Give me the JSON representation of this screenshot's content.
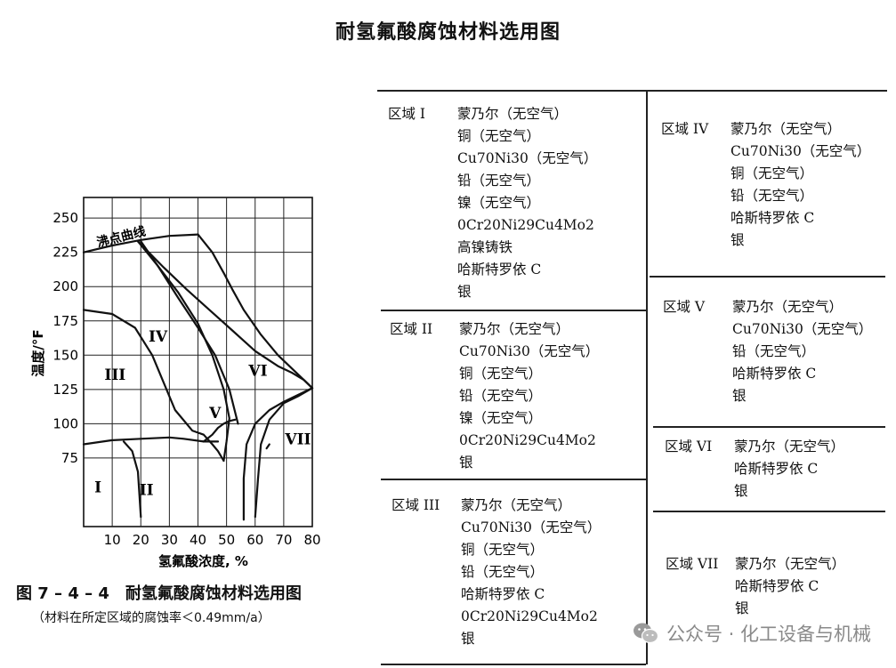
{
  "title": "耐氢氟酸腐蚀材料选用图",
  "chart_data": {
    "type": "diagram",
    "xlabel": "氢氟酸浓度, %",
    "ylabel": "温度/°F",
    "xticks": [
      "10",
      "20",
      "30",
      "40",
      "50",
      "60",
      "70",
      "80"
    ],
    "yticks": [
      "75",
      "100",
      "125",
      "150",
      "175",
      "200",
      "225",
      "250"
    ],
    "xlim": [
      0,
      80
    ],
    "ylim": [
      25,
      265
    ],
    "curve_label": "沸点曲线",
    "region_labels": [
      "I",
      "II",
      "III",
      "IV",
      "V",
      "VI",
      "VII"
    ],
    "curves": [
      {
        "name": "沸点曲线",
        "points": [
          [
            0,
            225
          ],
          [
            10,
            230
          ],
          [
            20,
            234
          ],
          [
            30,
            237
          ],
          [
            40,
            238
          ]
        ]
      },
      {
        "points": [
          [
            0,
            183
          ],
          [
            10,
            180
          ],
          [
            18,
            170
          ],
          [
            24,
            150
          ],
          [
            28,
            130
          ],
          [
            32,
            110
          ],
          [
            38,
            95
          ],
          [
            42,
            92
          ],
          [
            45,
            85
          ],
          [
            47,
            80
          ],
          [
            49,
            73
          ]
        ]
      },
      {
        "points": [
          [
            0,
            85
          ],
          [
            10,
            88
          ],
          [
            20,
            89
          ],
          [
            30,
            90
          ],
          [
            35,
            89
          ],
          [
            42,
            87
          ],
          [
            47,
            87
          ]
        ]
      },
      {
        "points": [
          [
            42,
            87
          ],
          [
            45,
            92
          ],
          [
            47,
            97
          ],
          [
            49,
            100
          ],
          [
            51,
            102
          ],
          [
            53,
            103
          ]
        ]
      },
      {
        "points": [
          [
            14,
            87
          ],
          [
            17,
            80
          ],
          [
            19,
            65
          ],
          [
            20,
            32
          ]
        ]
      },
      {
        "points": [
          [
            19,
            233
          ],
          [
            26,
            215
          ],
          [
            33,
            196
          ],
          [
            40,
            173
          ],
          [
            45,
            150
          ],
          [
            49,
            125
          ],
          [
            51,
            104
          ],
          [
            50,
            87
          ],
          [
            49,
            73
          ]
        ]
      },
      {
        "points": [
          [
            20,
            233
          ],
          [
            26,
            215
          ],
          [
            33,
            192
          ],
          [
            40,
            170
          ],
          [
            46,
            150
          ],
          [
            51,
            125
          ],
          [
            54,
            100
          ]
        ]
      },
      {
        "points": [
          [
            19,
            233
          ],
          [
            28,
            214
          ],
          [
            36,
            198
          ],
          [
            44,
            183
          ],
          [
            52,
            168
          ],
          [
            60,
            153
          ],
          [
            68,
            142
          ],
          [
            73,
            137
          ],
          [
            77,
            132
          ],
          [
            80,
            126
          ]
        ]
      },
      {
        "points": [
          [
            40,
            238
          ],
          [
            45,
            225
          ],
          [
            49,
            210
          ],
          [
            52,
            198
          ],
          [
            56,
            183
          ],
          [
            62,
            165
          ],
          [
            68,
            150
          ],
          [
            73,
            140
          ],
          [
            78,
            130
          ],
          [
            80,
            126
          ]
        ]
      },
      {
        "points": [
          [
            56,
            30
          ],
          [
            56,
            60
          ],
          [
            57,
            85
          ],
          [
            60,
            100
          ],
          [
            65,
            110
          ],
          [
            70,
            116
          ],
          [
            75,
            121
          ],
          [
            80,
            126
          ]
        ]
      },
      {
        "points": [
          [
            60,
            32
          ],
          [
            61,
            60
          ],
          [
            62,
            85
          ],
          [
            65,
            103
          ],
          [
            70,
            115
          ],
          [
            75,
            120
          ],
          [
            80,
            126
          ]
        ]
      },
      {
        "points": [
          [
            64,
            82
          ],
          [
            65,
            85
          ]
        ]
      }
    ]
  },
  "figure": {
    "caption": "图 7 – 4 – 4　耐氢氟酸腐蚀材料选用图",
    "note": "（材料在所定区域的腐蚀率＜0.49mm/a）"
  },
  "zones": [
    {
      "label": "区域 I",
      "items": [
        "蒙乃尔（无空气）",
        "铜（无空气）",
        "Cu70Ni30（无空气）",
        "铅（无空气）",
        "镍（无空气）",
        "0Cr20Ni29Cu4Mo2",
        "高镍铸铁",
        "哈斯特罗依 C",
        "银"
      ]
    },
    {
      "label": "区域 II",
      "items": [
        "蒙乃尔（无空气）",
        "Cu70Ni30（无空气）",
        "铜（无空气）",
        "铅（无空气）",
        "镍（无空气）",
        "0Cr20Ni29Cu4Mo2",
        "银"
      ]
    },
    {
      "label": "区域 III",
      "items": [
        "蒙乃尔（无空气）",
        "Cu70Ni30（无空气）",
        "铜（无空气）",
        "铅（无空气）",
        "哈斯特罗依 C",
        "0Cr20Ni29Cu4Mo2",
        "银"
      ]
    },
    {
      "label": "区域 IV",
      "items": [
        "蒙乃尔（无空气）",
        "Cu70Ni30（无空气）",
        "铜（无空气）",
        "铅（无空气）",
        "哈斯特罗依 C",
        "银"
      ]
    },
    {
      "label": "区域 V",
      "items": [
        "蒙乃尔（无空气）",
        "Cu70Ni30（无空气）",
        "铅（无空气）",
        "哈斯特罗依 C",
        "银"
      ]
    },
    {
      "label": "区域 VI",
      "items": [
        "蒙乃尔（无空气）",
        "哈斯特罗依 C",
        "银"
      ]
    },
    {
      "label": "区域 VII",
      "items": [
        "蒙乃尔（无空气）",
        "哈斯特罗依 C",
        "银"
      ]
    }
  ],
  "watermark": {
    "text": "公众号 · 化工设备与机械",
    "icon": "wechat-icon"
  }
}
